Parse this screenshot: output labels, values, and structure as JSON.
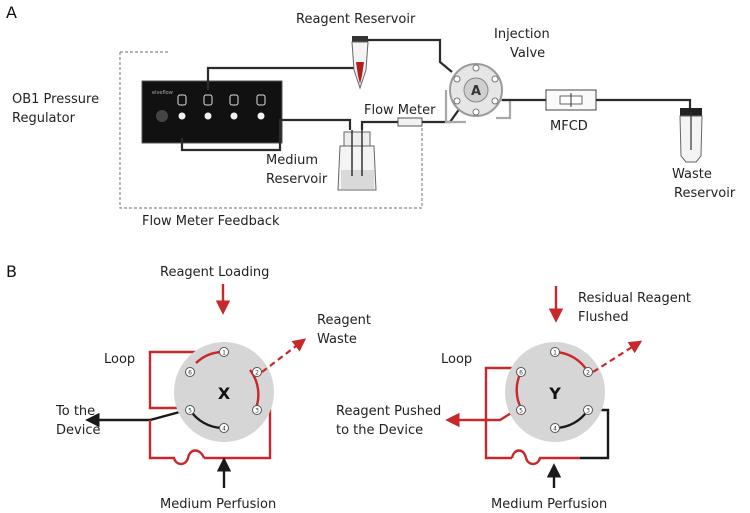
{
  "panels": {
    "a": "A",
    "b": "B"
  },
  "panel_a": {
    "reagent_reservoir": "Reagent Reservoir",
    "injection_valve": [
      "Injection",
      "Valve"
    ],
    "ob1": [
      "OB1 Pressure",
      "Regulator"
    ],
    "flow_meter": "Flow Meter",
    "medium_reservoir": [
      "Medium",
      "Reservoir"
    ],
    "mfcd": "MFCD",
    "waste_reservoir": [
      "Waste",
      "Reservoir"
    ],
    "feedback": "Flow Meter Feedback",
    "valve_letter": "A"
  },
  "panel_b": {
    "left": {
      "valve_letter": "X",
      "reagent_loading": "Reagent Loading",
      "reagent_waste": [
        "Reagent",
        "Waste"
      ],
      "loop": "Loop",
      "to_device": [
        "To the",
        "Device"
      ],
      "medium_perfusion": "Medium Perfusion"
    },
    "right": {
      "valve_letter": "Y",
      "residual": [
        "Residual Reagent",
        "Flushed"
      ],
      "loop": "Loop",
      "pushed": [
        "Reagent Pushed",
        "to the Device"
      ],
      "medium_perfusion": "Medium Perfusion"
    },
    "port_numbers": [
      "1",
      "2",
      "3",
      "4",
      "5",
      "6"
    ]
  },
  "colors": {
    "red": "#c8282a",
    "black": "#1a1a1a",
    "valve_gray": "#d6d6d6"
  }
}
